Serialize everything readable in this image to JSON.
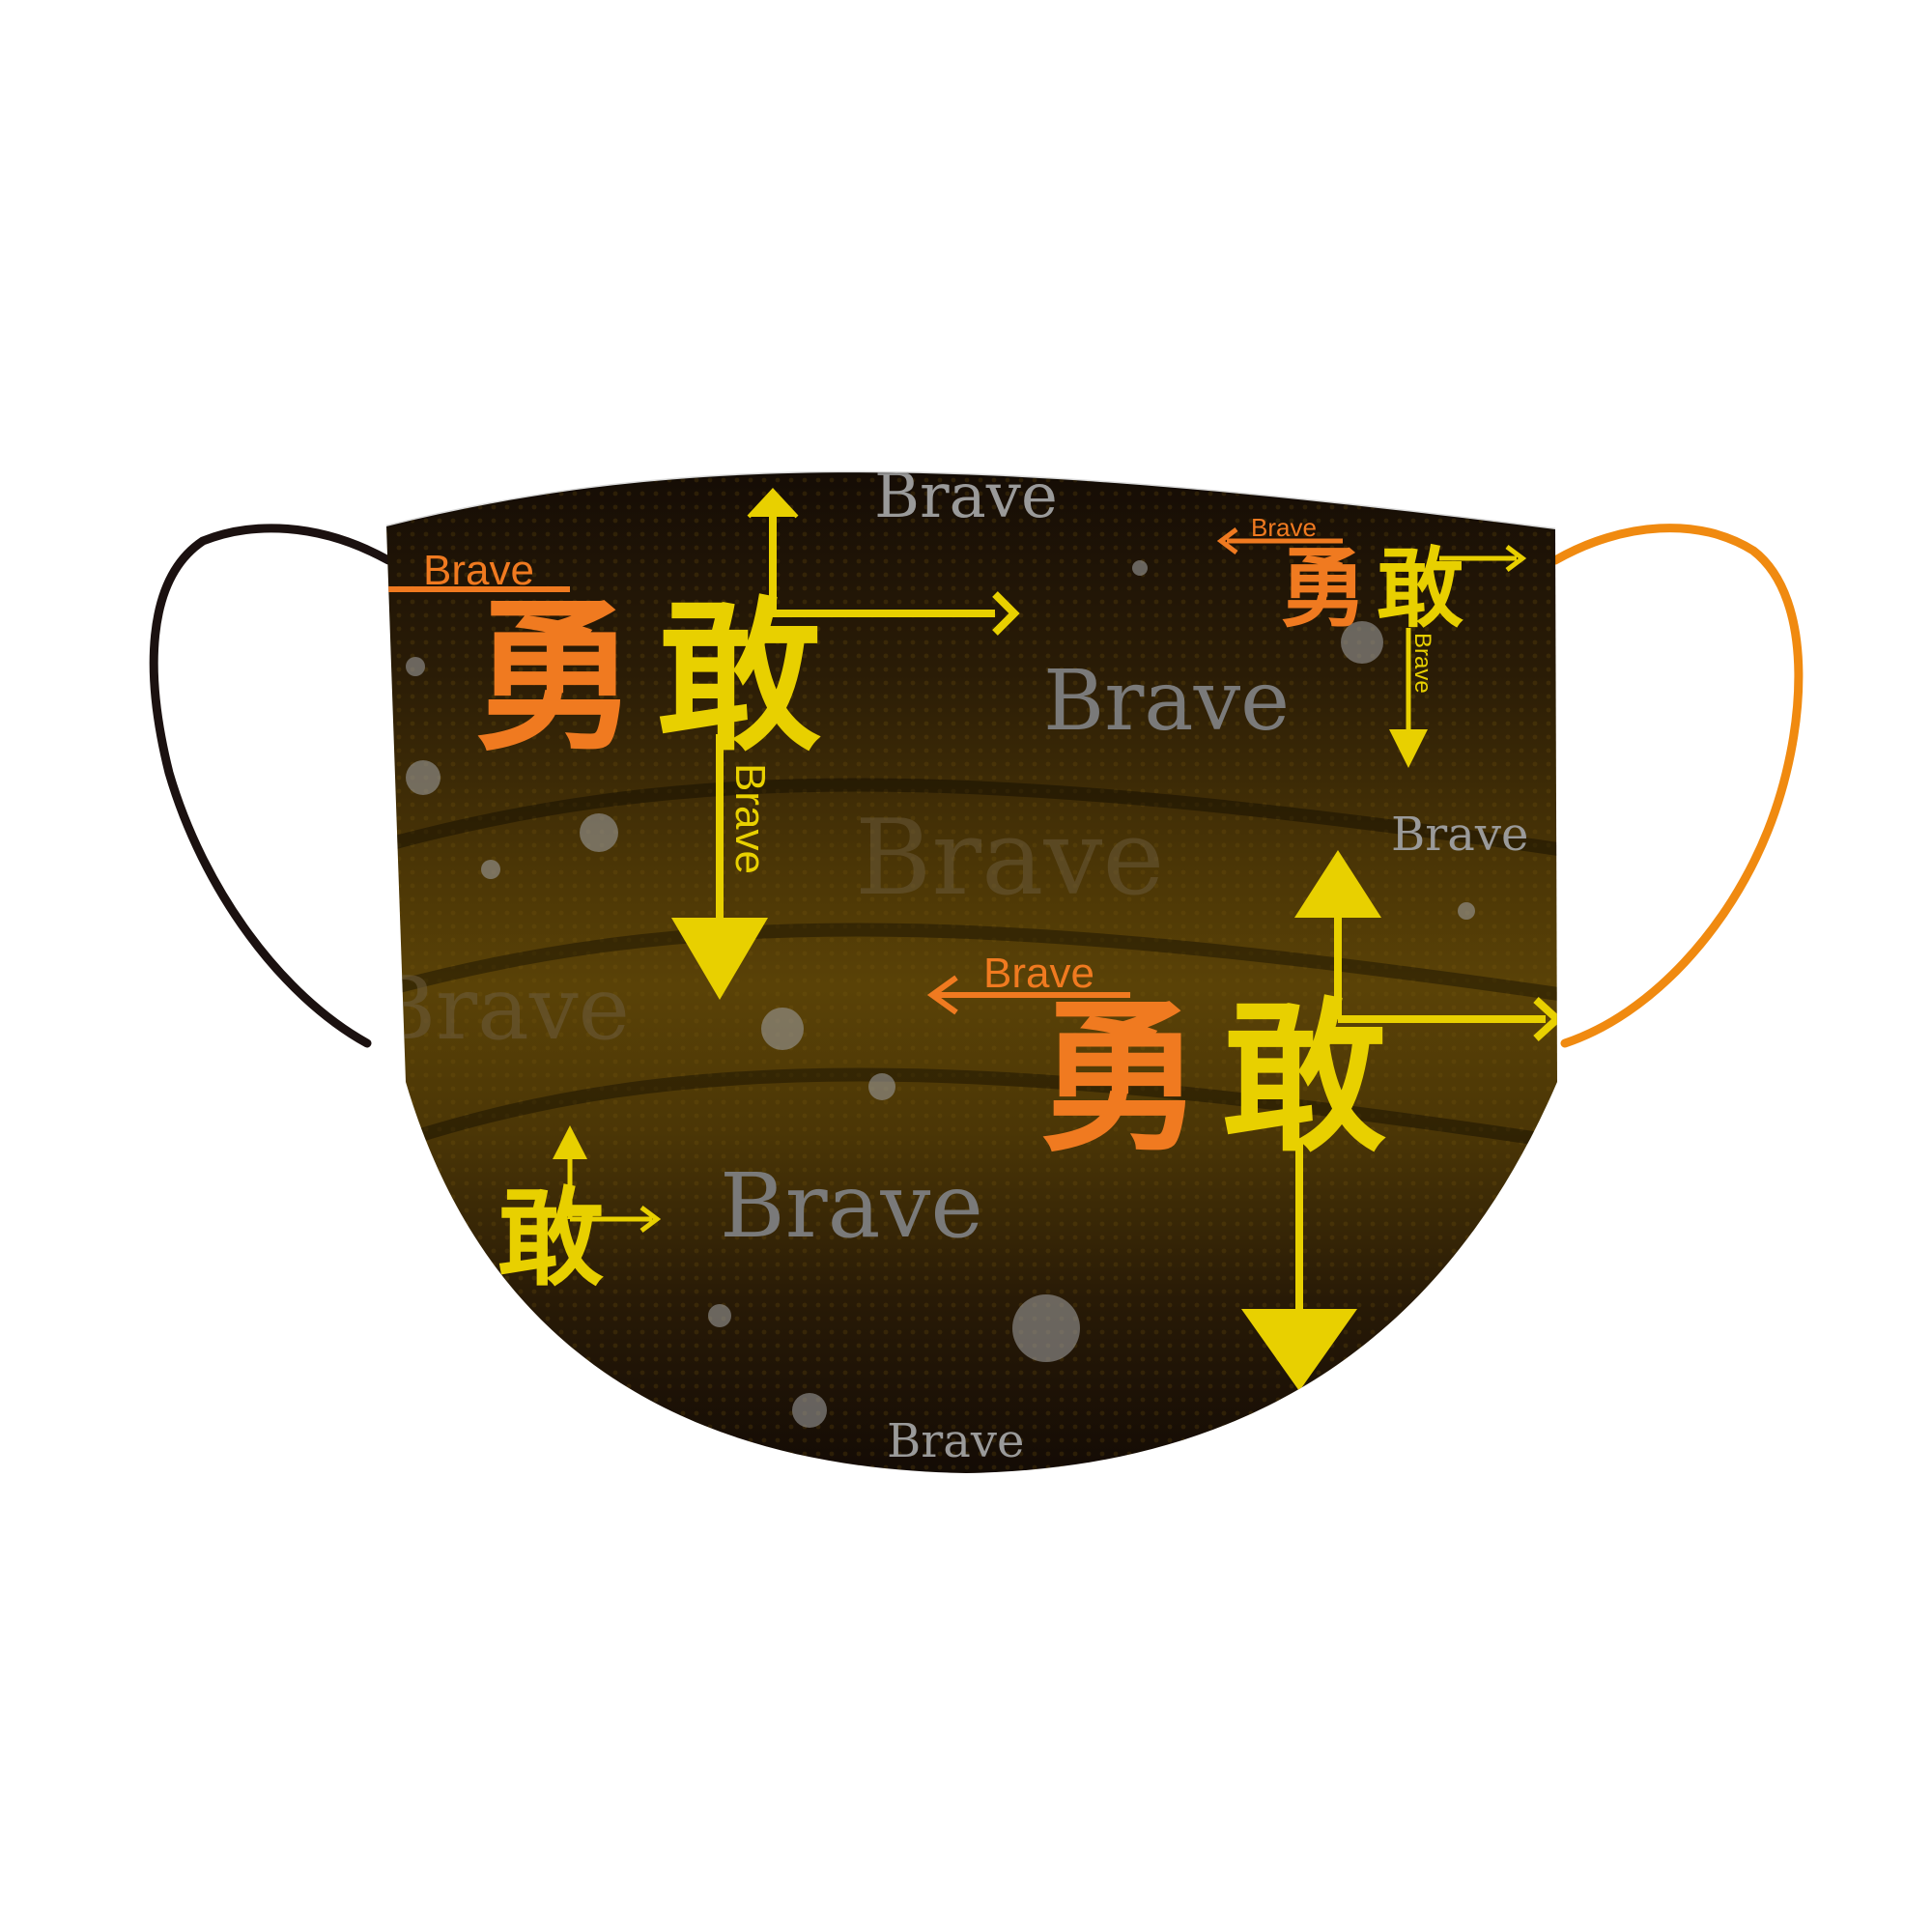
{
  "product": {
    "colors": {
      "body_dark": "#140c06",
      "body_mid": "#4a3606",
      "body_band": "#5a4207",
      "strap_left": "#1b1110",
      "strap_right": "#f08a10",
      "orange": "#f07a20",
      "yellow": "#e8d000",
      "gray_text": "#8a8a8a",
      "dot": "#9a9a9a"
    },
    "texts": {
      "brave_1": "Brave",
      "brave_2": "Brave",
      "brave_3": "Brave",
      "brave_4": "Brave",
      "brave_5": "Brave",
      "brave_6": "Brave",
      "brave_7": "Brave",
      "brave_8": "Brave",
      "brave_9": "Brave",
      "brave_10": "Brave",
      "brave_11": "Brave",
      "brave_12": "Brave",
      "yong_1": "勇",
      "gan_1": "敢",
      "yong_2": "勇",
      "gan_2": "敢",
      "yong_3": "勇",
      "gan_3": "敢",
      "gan_4": "敢"
    }
  }
}
